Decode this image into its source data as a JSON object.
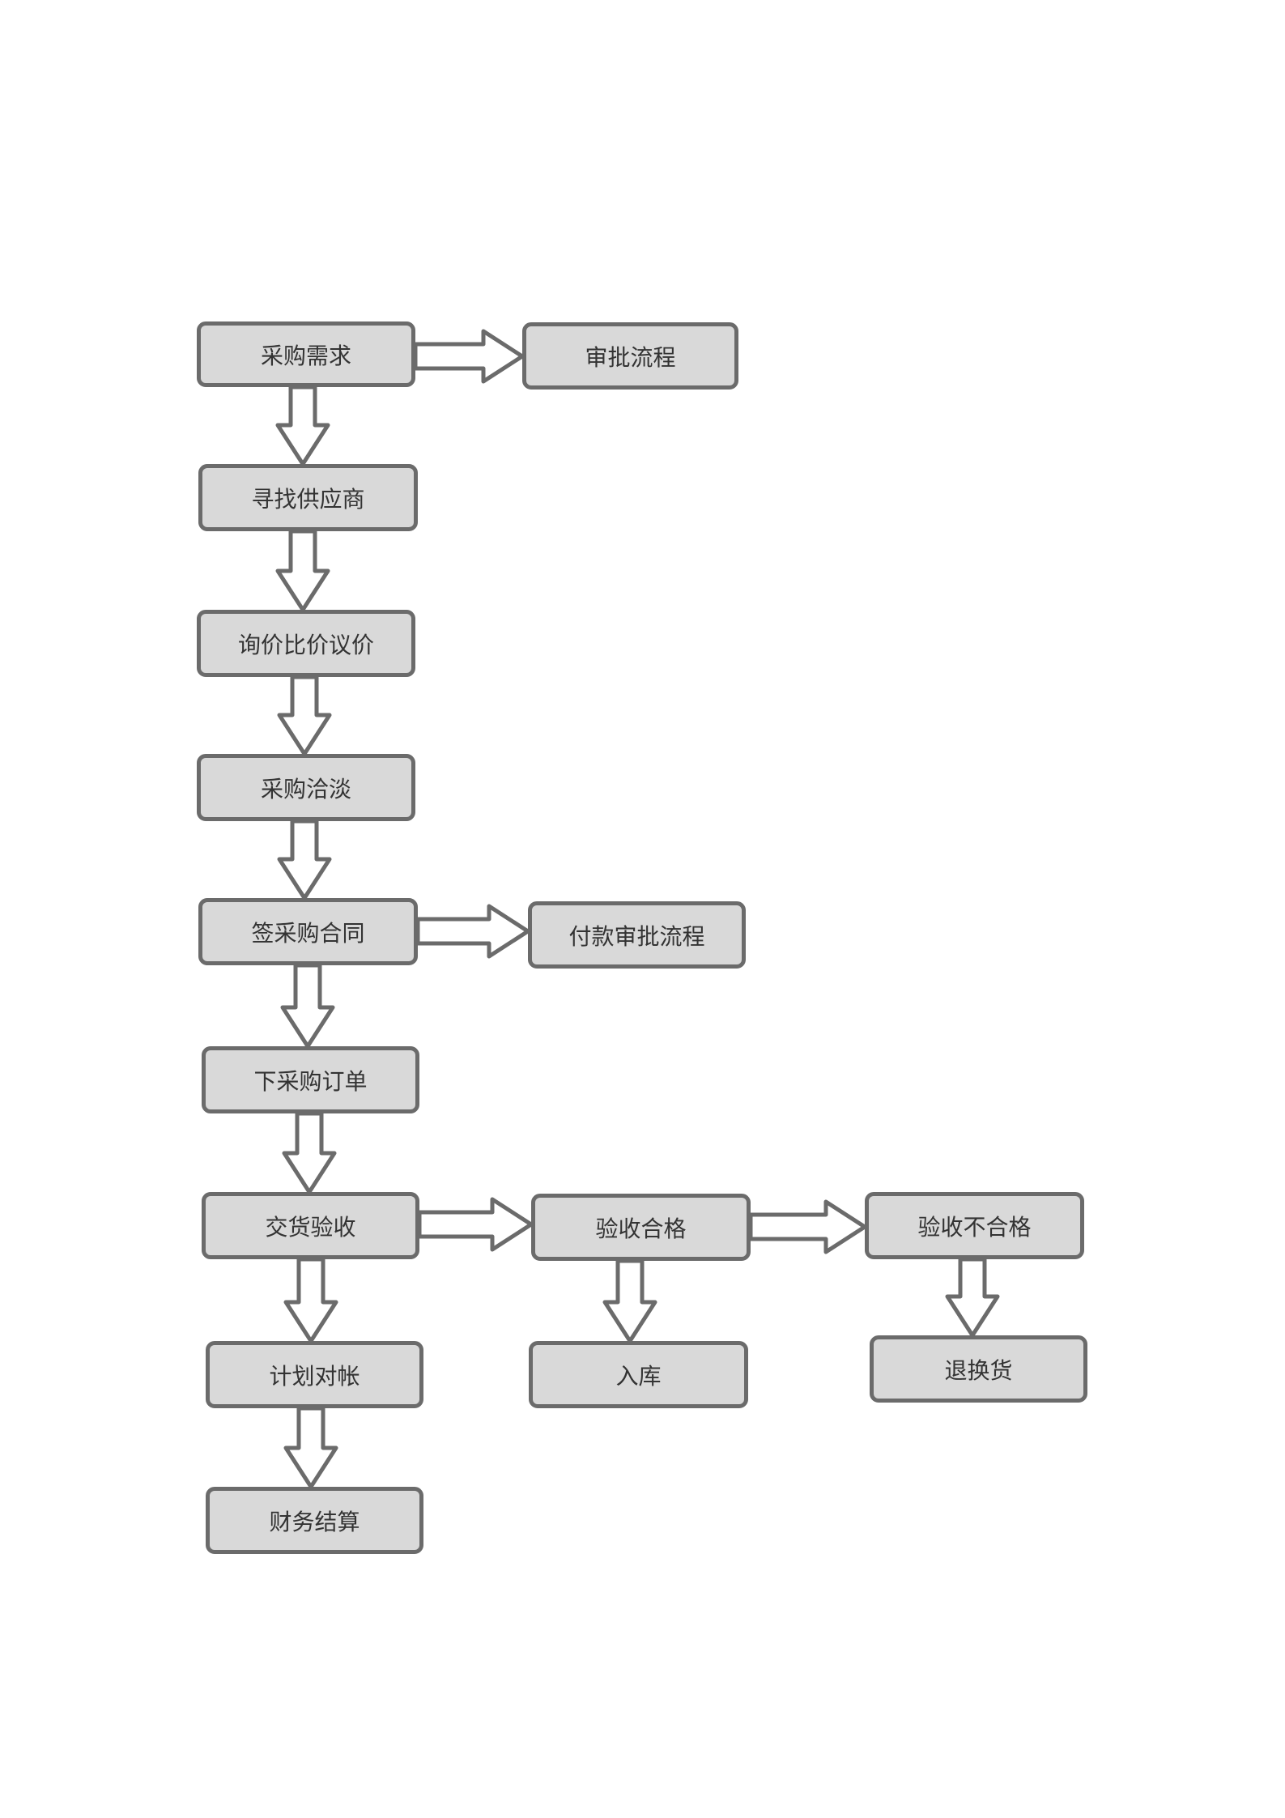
{
  "title": "采购流程图",
  "colors": {
    "box_fill": "#d9d9d9",
    "stroke": "#6b6b6b",
    "text": "#333333"
  },
  "nodes": {
    "purchase_request": "采购需求",
    "approval_process": "审批流程",
    "find_supplier": "寻找供应商",
    "price_inquiry": "询价比价议价",
    "negotiation": "采购洽淡",
    "sign_contract": "签采购合同",
    "payment_approval": "付款审批流程",
    "place_order": "下采购订单",
    "delivery_inspection": "交货验收",
    "inspection_passed": "验收合格",
    "inspection_failed": "验收不合格",
    "reconciliation": "计划对帐",
    "warehousing": "入库",
    "return_exchange": "退换货",
    "settlement": "财务结算"
  },
  "edges": [
    [
      "purchase_request",
      "approval_process"
    ],
    [
      "purchase_request",
      "find_supplier"
    ],
    [
      "find_supplier",
      "price_inquiry"
    ],
    [
      "price_inquiry",
      "negotiation"
    ],
    [
      "negotiation",
      "sign_contract"
    ],
    [
      "sign_contract",
      "payment_approval"
    ],
    [
      "sign_contract",
      "place_order"
    ],
    [
      "place_order",
      "delivery_inspection"
    ],
    [
      "delivery_inspection",
      "inspection_passed"
    ],
    [
      "inspection_passed",
      "inspection_failed"
    ],
    [
      "delivery_inspection",
      "reconciliation"
    ],
    [
      "reconciliation",
      "settlement"
    ],
    [
      "inspection_passed",
      "warehousing"
    ],
    [
      "inspection_failed",
      "return_exchange"
    ]
  ]
}
